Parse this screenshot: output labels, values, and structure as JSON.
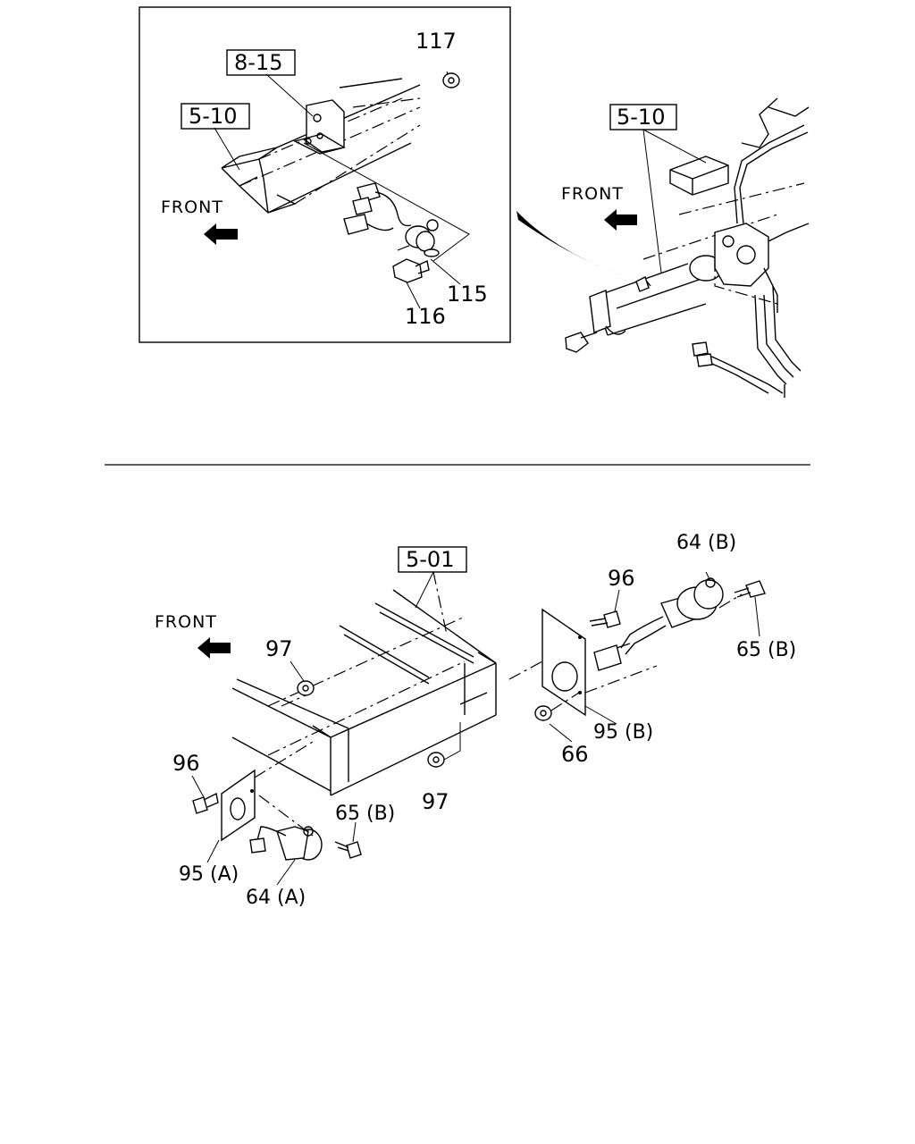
{
  "top": {
    "inset": {
      "ref_8_15": "8-15",
      "ref_5_10": "5-10",
      "front": "FRONT",
      "part_117": "117",
      "part_115": "115",
      "part_116": "116"
    },
    "main": {
      "ref_5_10": "5-10",
      "front": "FRONT"
    }
  },
  "bottom": {
    "ref_5_01": "5-01",
    "front": "FRONT",
    "p97_top": "97",
    "p96_left": "96",
    "p95a": "95 (A)",
    "p64a": "64 (A)",
    "p65b_low": "65 (B)",
    "p97_low": "97",
    "p96_right": "96",
    "p64b": "64 (B)",
    "p65b_right": "65 (B)",
    "p95b": "95 (B)",
    "p66": "66"
  }
}
